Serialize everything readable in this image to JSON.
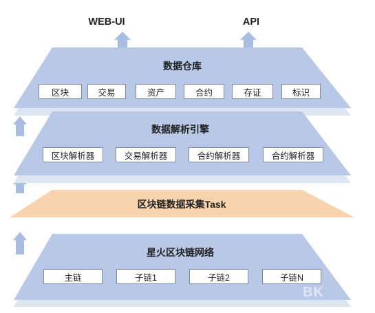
{
  "outputs": {
    "web_ui": "WEB-UI",
    "api": "API"
  },
  "warehouse": {
    "title": "数据仓库",
    "items": [
      "区块",
      "交易",
      "资产",
      "合约",
      "存证",
      "标识"
    ]
  },
  "parser": {
    "title": "数据解析引擎",
    "items": [
      "区块解析器",
      "交易解析器",
      "合约解析器",
      "合约解析器"
    ]
  },
  "collector": {
    "title": "区块链数据采集Task"
  },
  "network": {
    "title": "星火区块链网络",
    "items": [
      "主链",
      "子链1",
      "子链2",
      "子链N"
    ]
  },
  "colors": {
    "layer_blue": "#b9c8e6",
    "layer_shadow": "#dde5f3",
    "collector_orange": "#f7d4ad",
    "arrow_blue": "#a9bde2",
    "box_border": "#7d8ba6"
  },
  "watermark": "BK"
}
